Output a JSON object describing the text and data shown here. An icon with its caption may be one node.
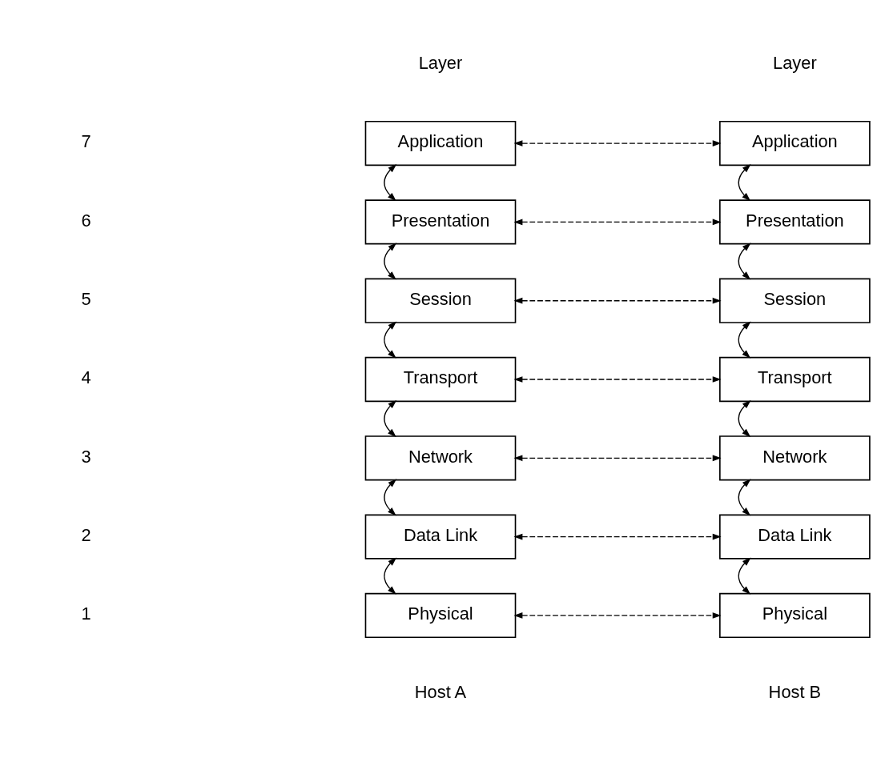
{
  "diagram": {
    "nodes": [
      {
        "text": [
          "Application"
        ]
      },
      {
        "text": [
          "Presentation"
        ]
      },
      {
        "text": [
          "Session"
        ]
      },
      {
        "text": [
          "Transport"
        ]
      },
      {
        "text": [
          "Network"
        ]
      },
      {
        "text": [
          "Data Link"
        ]
      },
      {
        "text": [
          "Physical"
        ]
      },
      {
        "text": [
          "Application"
        ]
      },
      {
        "text": [
          "Presentation"
        ]
      },
      {
        "text": [
          "Session"
        ]
      },
      {
        "text": [
          "Transport"
        ]
      },
      {
        "text": [
          "Network"
        ]
      },
      {
        "text": [
          "Data Link"
        ]
      },
      {
        "text": [
          "Physical"
        ]
      }
    ],
    "edges": [
      {
        "from": 0,
        "to": 7,
        "arrow": "both",
        "style": "dashed"
      },
      {
        "from": 0,
        "to": 1,
        "arrow": "both"
      },
      {
        "from": 7,
        "to": 8,
        "arrow": "both"
      },
      {
        "from": 1,
        "to": 8,
        "arrow": "both",
        "style": "dashed"
      },
      {
        "from": 1,
        "to": 2,
        "arrow": "both"
      },
      {
        "from": 8,
        "to": 9,
        "arrow": "both"
      },
      {
        "from": 2,
        "to": 9,
        "arrow": "both",
        "style": "dashed"
      },
      {
        "from": 2,
        "to": 3,
        "arrow": "both"
      },
      {
        "from": 9,
        "to": 10,
        "arrow": "both"
      },
      {
        "from": 3,
        "to": 10,
        "arrow": "both",
        "style": "dashed"
      },
      {
        "from": 3,
        "to": 4,
        "arrow": "both"
      },
      {
        "from": 10,
        "to": 11,
        "arrow": "both"
      },
      {
        "from": 4,
        "to": 11,
        "arrow": "both",
        "style": "dashed"
      },
      {
        "from": 4,
        "to": 5,
        "arrow": "both"
      },
      {
        "from": 11,
        "to": 12,
        "arrow": "both"
      },
      {
        "from": 5,
        "to": 12,
        "arrow": "both",
        "style": "dashed"
      },
      {
        "from": 5,
        "to": 6,
        "arrow": "both"
      },
      {
        "from": 12,
        "to": 13,
        "arrow": "both"
      },
      {
        "from": 6,
        "to": 13,
        "arrow": "both",
        "style": "dashed"
      }
    ],
    "labels": [
      "Layer",
      "Layer",
      "7",
      "6",
      "5",
      "4",
      "3",
      "2",
      "1",
      "Host A",
      "Host B"
    ]
  }
}
